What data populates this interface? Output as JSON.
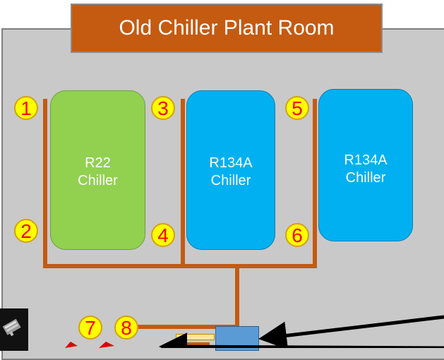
{
  "title": "Old Chiller Plant Room",
  "chillers": [
    {
      "line1": "R22",
      "line2": "Chiller",
      "color": "#92d050"
    },
    {
      "line1": "R134A",
      "line2": "Chiller",
      "color": "#00b0f0"
    },
    {
      "line1": "R134A",
      "line2": "Chiller",
      "color": "#00b0f0"
    }
  ],
  "points": [
    "1",
    "2",
    "3",
    "4",
    "5",
    "6",
    "7",
    "8"
  ],
  "colors": {
    "room": "#c9c9c9",
    "title_bg": "#c55a11",
    "pipe": "#c55a11",
    "marker_fill": "#ffff00",
    "marker_text": "#ff0000",
    "unit_box": "#5b9bd5"
  }
}
